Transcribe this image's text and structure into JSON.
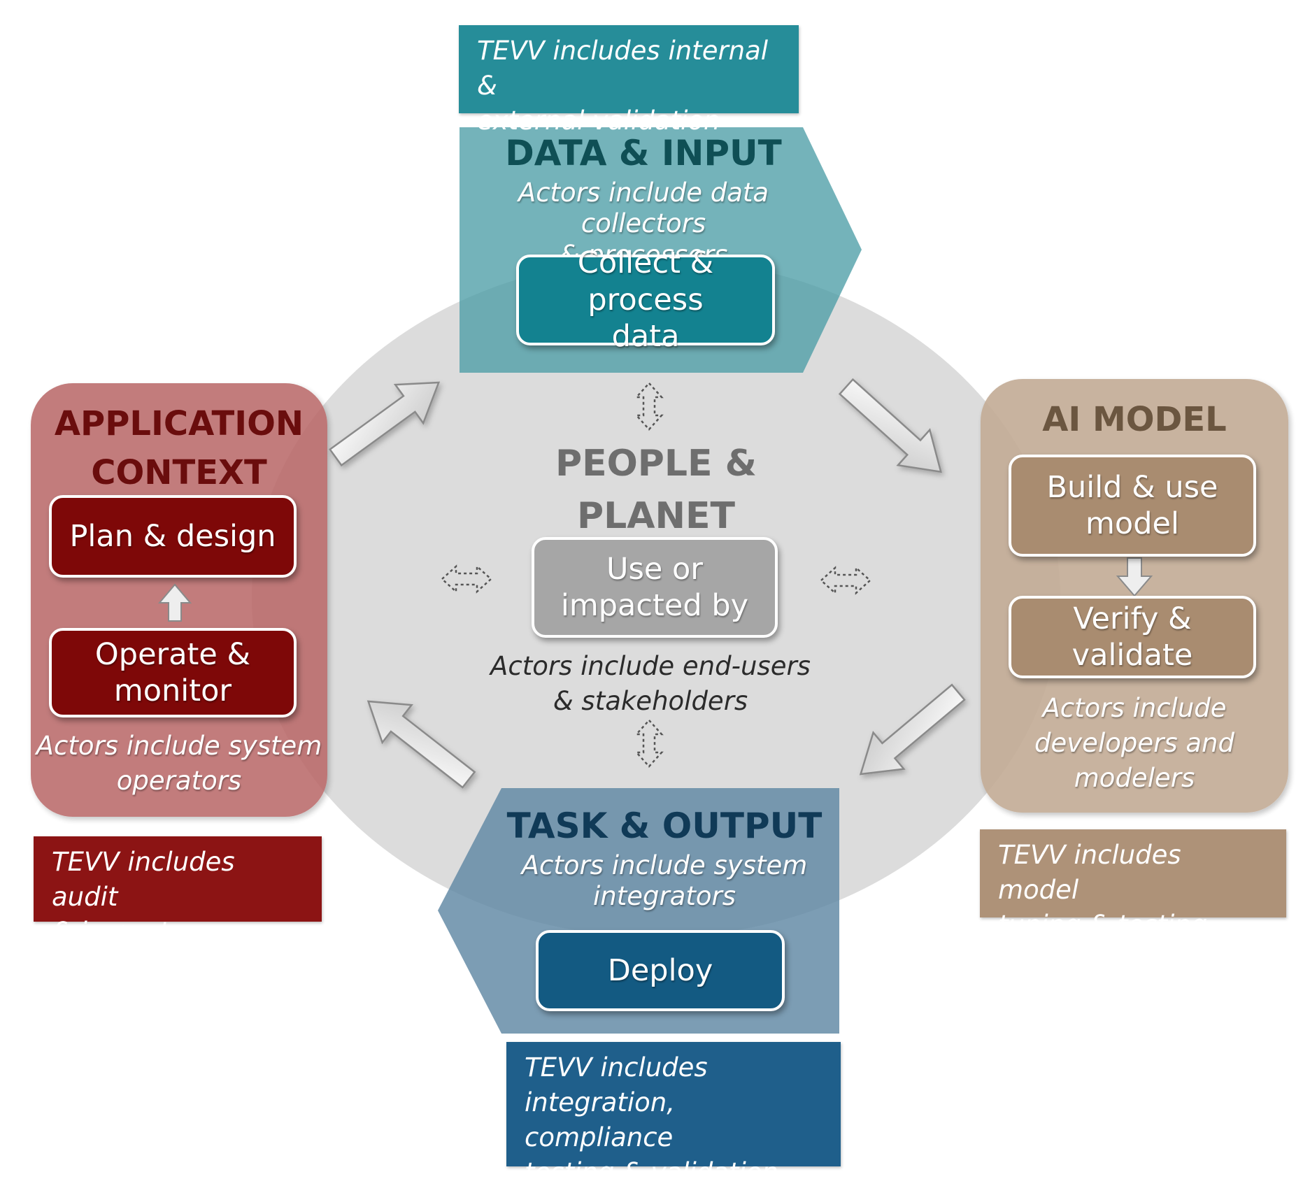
{
  "colors": {
    "ellipse": "#dcdcdc",
    "data_panel": "#4d9ea6",
    "data_box": "#138290",
    "data_heading": "#0f4f55",
    "data_tevv": "#268d99",
    "model_panel": "#c4ad97",
    "model_box": "#a98c70",
    "model_heading": "#6b5640",
    "model_tevv": "#ae9278",
    "app_panel": "#ba6a6a",
    "app_box": "#7e0808",
    "app_heading": "#6a0d0d",
    "app_tevv": "#8c1414",
    "task_panel": "#5f87a3",
    "task_box": "#135a82",
    "task_heading": "#103a57",
    "task_tevv": "#1f5f8b",
    "center_box": "#a6a6a6",
    "center_heading": "#6e6e6e"
  },
  "data_input": {
    "tevv": "TEVV includes internal &\nexternal validation",
    "heading": "DATA & INPUT",
    "actors": "Actors include data collectors\n& processors",
    "box": "Collect & process\ndata"
  },
  "ai_model": {
    "heading": "AI MODEL",
    "box1": "Build & use\nmodel",
    "box2": "Verify & validate",
    "actors": "Actors include\ndevelopers and\nmodelers",
    "tevv": "TEVV includes model\ntuning & testing"
  },
  "application_context": {
    "heading": "APPLICATION\nCONTEXT",
    "box1": "Plan & design",
    "box2": "Operate &\nmonitor",
    "actors": "Actors include system\noperators",
    "tevv": "TEVV includes audit\n& impact assessment"
  },
  "task_output": {
    "heading": "TASK & OUTPUT",
    "actors": "Actors include system\nintegrators",
    "box": "Deploy",
    "tevv": "TEVV includes\nintegration, compliance\ntesting & validation"
  },
  "people_planet": {
    "heading": "PEOPLE &\nPLANET",
    "box": "Use or\nimpacted by",
    "actors": "Actors include end-users\n& stakeholders"
  },
  "icons": {
    "cycle_arrows": "block-arrow-icon",
    "link_arrows": "dotted-double-arrow-icon"
  }
}
